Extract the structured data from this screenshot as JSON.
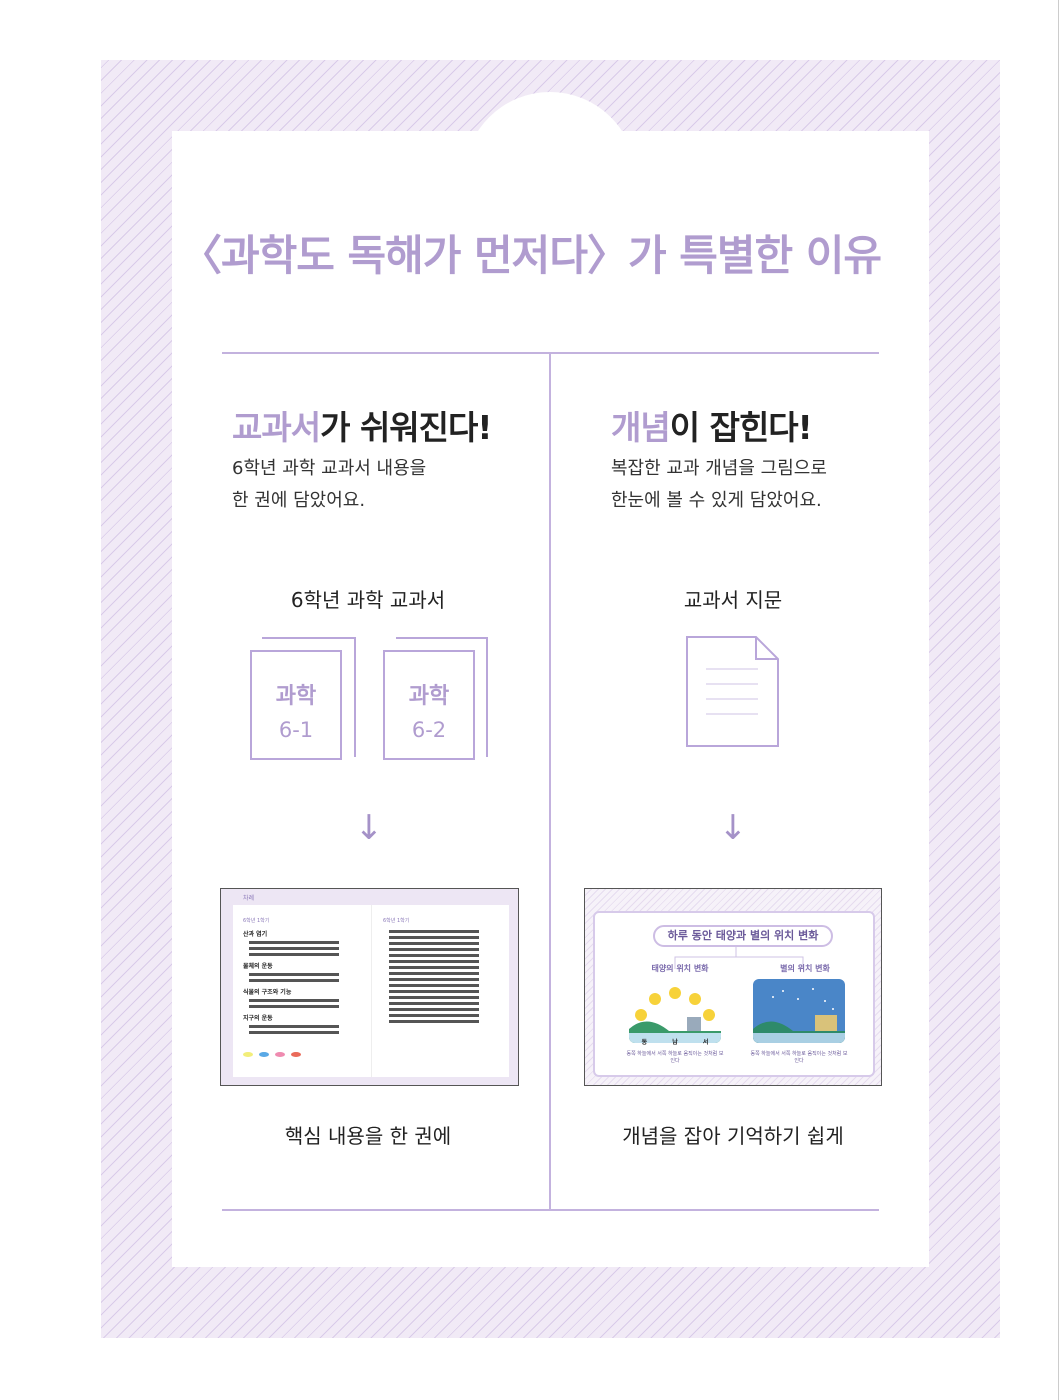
{
  "title": "〈과학도 독해가 먼저다〉가 특별한 이유",
  "left": {
    "heading_accent": "교과서",
    "heading_rest": "가 쉬워진다!",
    "desc": [
      "6학년 과학 교과서 내용을",
      "한 권에 담았어요."
    ],
    "caption_top": "6학년 과학 교과서",
    "books": [
      {
        "subject": "과학",
        "volume": "6-1"
      },
      {
        "subject": "과학",
        "volume": "6-2"
      }
    ],
    "preview": {
      "label": "차례",
      "semester": "6학년 1학기",
      "chapters_left": [
        "산과 염기",
        "물체의 운동",
        "식물의 구조와 기능",
        "지구의 운동"
      ]
    },
    "caption_bottom": "핵심 내용을 한 권에"
  },
  "right": {
    "heading_accent": "개념",
    "heading_rest": "이 잡힌다!",
    "desc": [
      "복잡한 교과 개념을 그림으로",
      "한눈에 볼 수 있게 담았어요."
    ],
    "caption_top": "교과서 지문",
    "preview": {
      "title": "하루 동안 태양과 별의 위치 변화",
      "sun": "태양의 위치 변화",
      "star": "별의 위치 변화",
      "directions": [
        "동",
        "남",
        "서"
      ],
      "note": "동쪽 하늘에서 서쪽 하늘로 움직이는 것처럼 보인다"
    },
    "caption_bottom": "개념을 잡아 기억하기 쉽게"
  },
  "colors": {
    "accent": "#b09ccf",
    "line": "#c3b2de"
  }
}
